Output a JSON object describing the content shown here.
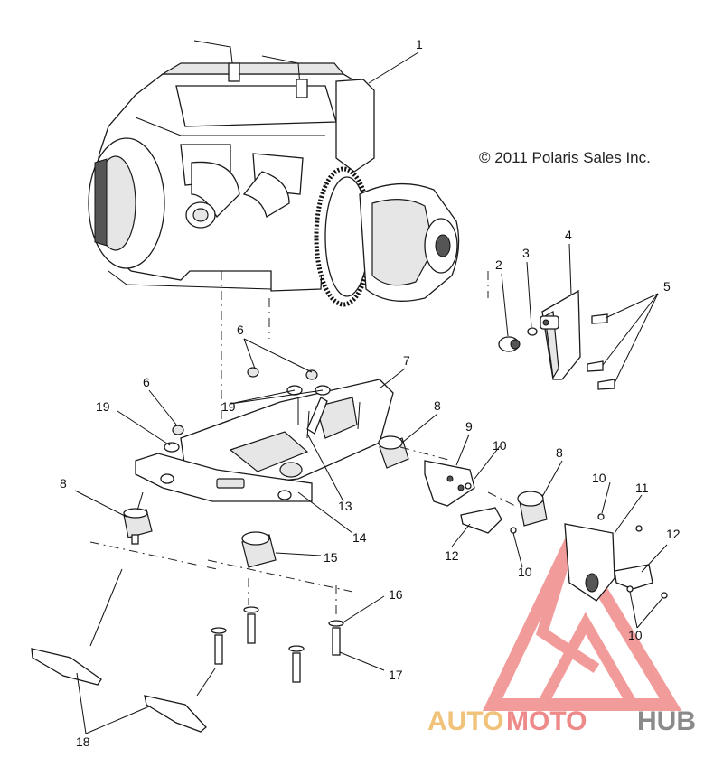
{
  "copyright": "© 2011 Polaris Sales Inc.",
  "callouts": [
    "1",
    "2",
    "3",
    "4",
    "5",
    "6",
    "6",
    "7",
    "8",
    "8",
    "8",
    "9",
    "10",
    "10",
    "10",
    "10",
    "11",
    "12",
    "12",
    "13",
    "14",
    "15",
    "16",
    "17",
    "18",
    "19",
    "19"
  ],
  "watermark": {
    "part1": "AUTO",
    "part2": "MOTO",
    "part3": "HUB",
    "colors": {
      "auto": "#f1c27a",
      "moto": "#ef8a8a",
      "hub": "#8a8a8a",
      "logo": "#f08080"
    }
  }
}
